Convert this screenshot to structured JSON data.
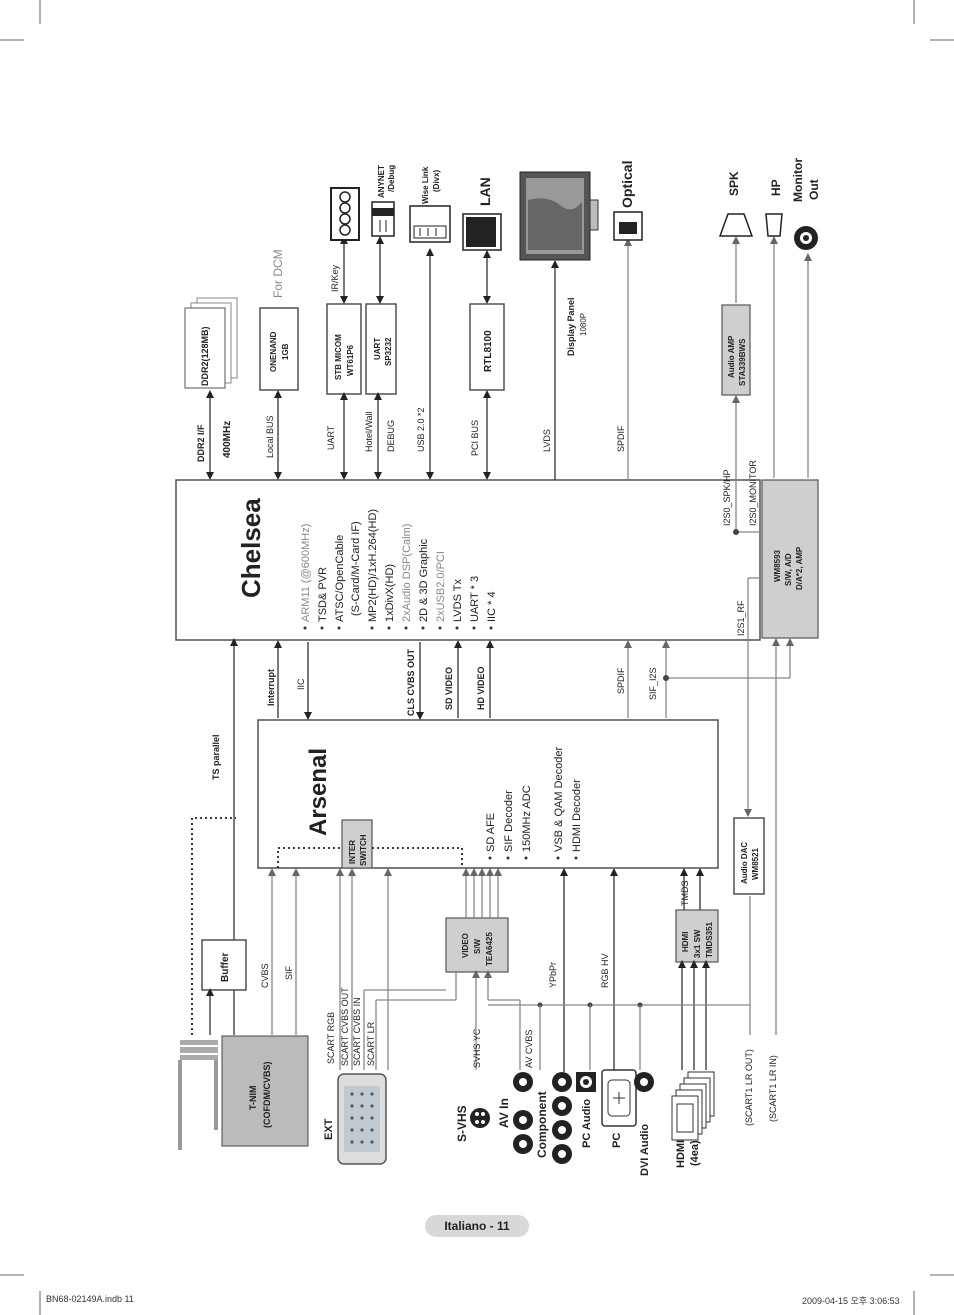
{
  "chelsea": {
    "title": "Chelsea",
    "features": [
      "ARM11 (@600MHz)",
      "TSD& PVR",
      "ATSC/OpenCable",
      "(S-Card/M-Card IF)",
      "MP2(HD)/1xH.264(HD)",
      "1xDivX(HD)",
      "2xAudio DSP(Calm)",
      "2D & 3D Graphic",
      "2xUSB2.0/PCI",
      "LVDS Tx",
      "UART * 3",
      "IIC * 4"
    ]
  },
  "arsenal": {
    "title": "Arsenal",
    "features": [
      "SD AFE",
      "SIF Decoder",
      "150MHz ADC",
      "VSB & QAM Decoder",
      "HDMI Decoder"
    ],
    "inter_switch": "INTER SWITCH"
  },
  "top_blocks": {
    "ddr2": "DDR2(128MB)",
    "onenand_1": "ONENAND",
    "onenand_2": "1GB",
    "for_dcm": "For DCM",
    "stb_micom_1": "STB MICOM",
    "stb_micom_2": "WT61P6",
    "uart_1": "UART",
    "uart_2": "SP3232",
    "rtl": "RTL8100",
    "display_1": "Display Panel",
    "display_2": "1080P",
    "audio_amp_1": "Audio AMP",
    "audio_amp_2": "STA339BWS",
    "wm8593_1": "WM8593",
    "wm8593_2": "S/W, A/D",
    "wm8593_3": "D/A*2, AMP"
  },
  "top_bus_labels": {
    "ddr2_if": "DDR2 I/F",
    "mhz": "400MHz",
    "local_bus": "Local BUS",
    "uart": "UART",
    "hotel_wall": "Hotel/Wall",
    "debug": "DEBUG",
    "usb": "USB 2.0 *2",
    "pci_bus": "PCI BUS",
    "lvds": "LVDS",
    "spdif": "SPDIF",
    "ir_key": "IR/Key",
    "i2s0_spk": "I2S0_SPK/HP",
    "i2s0_mon": "I2S0_MONITOR",
    "i2s1_rf": "I2S1_RF"
  },
  "top_connectors": {
    "anynet_1": "ANYNET",
    "anynet_2": "/Debug",
    "wiselink_1": "Wise Link",
    "wiselink_2": "(Divx)",
    "lan": "LAN",
    "optical": "Optical",
    "spk": "SPK",
    "hp": "HP",
    "monitor_1": "Monitor",
    "monitor_2": "Out"
  },
  "mid_labels": {
    "ts_parallel": "TS parallel",
    "interrupt": "Interrupt",
    "iic": "IIC",
    "cls_cvbs_out": "CLS CVBS OUT",
    "sd_video": "SD VIDEO",
    "hd_video": "HD VIDEO",
    "spdif": "SPDIF",
    "sif_i2s": "SIF_I2S"
  },
  "bottom_blocks": {
    "buffer": "Buffer",
    "tnim_1": "T-NIM",
    "tnim_2": "(COFDM/CVBS)",
    "video_sw_1": "VIDEO",
    "video_sw_2": "S/W",
    "video_sw_3": "TEA6425",
    "hdmi_sw_1": "HDMI",
    "hdmi_sw_2": "3x1 SW",
    "hdmi_sw_3": "TMDS351",
    "audio_dac_1": "Audio DAC",
    "audio_dac_2": "WM8521"
  },
  "bottom_labels": {
    "cvbs": "CVBS",
    "sif": "SIF",
    "scart_rgb": "SCART RGB",
    "scart_cvbs_out": "SCART CVBS OUT",
    "scart_cvbs_in": "SCART CVBS IN",
    "scart_lr": "SCART LR",
    "svhs_yc": "SVHS YC",
    "av_cvbs": "AV CVBS",
    "ypbpr": "YPbPr",
    "rgb_hv": "RGB HV",
    "tmds": "TMDS",
    "scart_lr_out": "(SCART1 LR OUT)",
    "scart_lr_in": "(SCART1 LR IN)"
  },
  "bottom_connectors": {
    "ext": "EXT",
    "svhs": "S-VHS",
    "av_in": "AV In",
    "component": "Component",
    "pc_audio": "PC Audio",
    "pc": "PC",
    "dvi_audio": "DVI Audio",
    "hdmi_1": "HDMI",
    "hdmi_2": "(4ea)"
  },
  "footer": {
    "page": "Italiano - 11",
    "file": "BN68-02149A.indb   11",
    "date": "2009-04-15   오후 3:06:53"
  }
}
